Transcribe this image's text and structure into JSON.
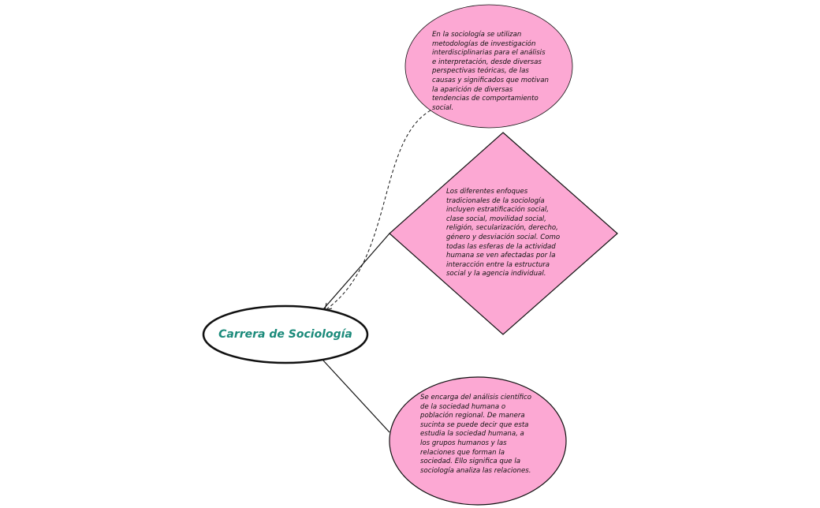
{
  "colors": {
    "central_fill": "#ffffff",
    "central_text": "#1a8a7a",
    "node_fill": "#fca8d3",
    "stroke": "#111111"
  },
  "central_topic": {
    "label": "Carrera de Sociología"
  },
  "nodes": {
    "top_ellipse": {
      "text": "En la sociología se utilizan metodologías de investigación interdisciplinarias para el análisis e interpretación, desde diversas perspectivas teóricas, de las causas y significados que motivan la aparición de diversas tendencias de comportamiento social."
    },
    "diamond": {
      "text": "Los diferentes enfoques tradicionales de la sociología incluyen estratificación social, clase social, movilidad social, religión, secularización, derecho, género y desviación social. Como todas las esferas de la actividad humana se ven afectadas por la interacción entre la estructura social y la agencia individual."
    },
    "bottom_ellipse": {
      "text": "Se encarga del análisis científico de la sociedad humana o población regional. De manera sucinta se puede decir que esta estudia la sociedad humana, a los grupos humanos y las relaciones que forman la sociedad. Ello significa que la sociología analiza las relaciones."
    }
  }
}
